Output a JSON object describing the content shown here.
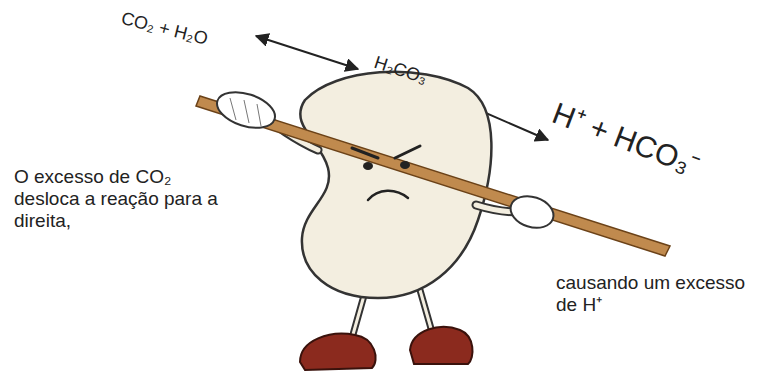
{
  "diagram": {
    "labels": [
      "CO₂ + H₂O",
      "H₂CO₃",
      "H⁺ + HCO₃⁻",
      "O excesso de CO₂ desloca a reação para a direita,",
      "causando um excesso de H⁺"
    ]
  }
}
